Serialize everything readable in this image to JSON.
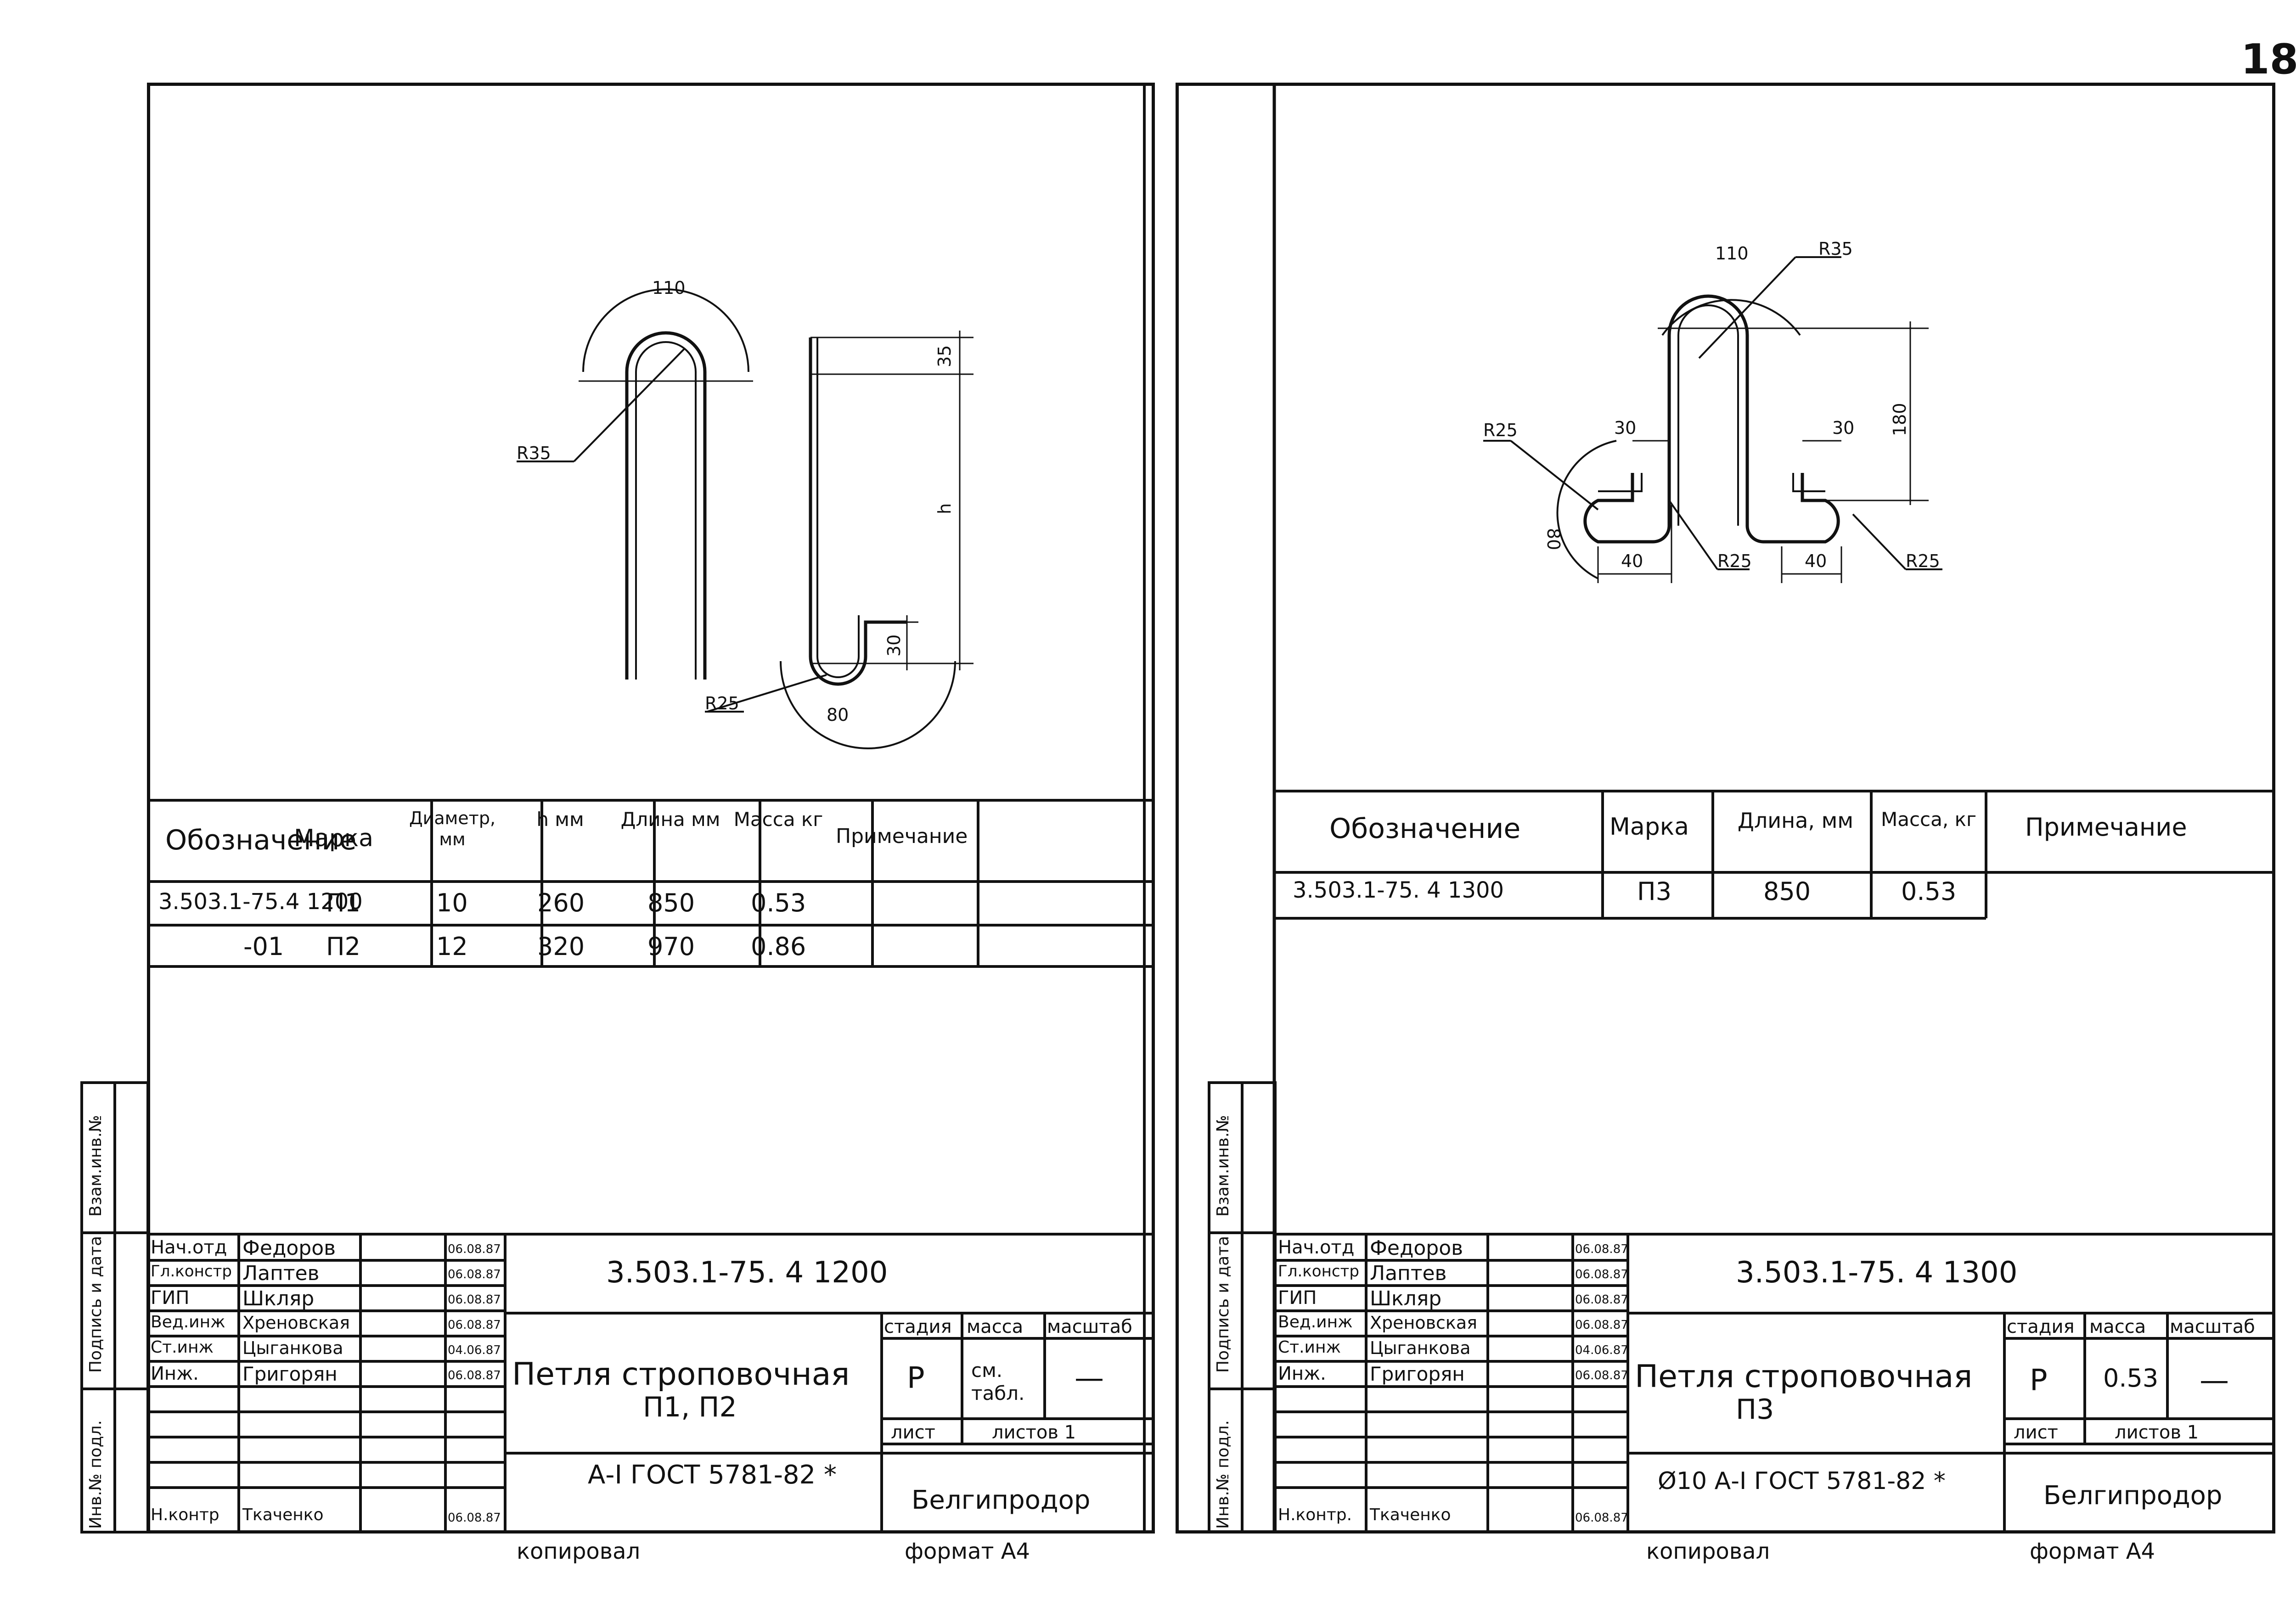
{
  "page_number": "18",
  "left": {
    "drawing_labels": {
      "arc": "110",
      "r_top": "R35",
      "r_bot": "R25",
      "d35": "35",
      "dh": "h",
      "d30": "30",
      "d80": "80"
    },
    "spec_headers": [
      "Обозначение",
      "Марка",
      "Диаметр, мм",
      "h мм",
      "Длина мм",
      "Масса кг",
      "Примечание"
    ],
    "spec_rows": [
      [
        "3.503.1-75.4  1200",
        "П1",
        "10",
        "260",
        "850",
        "0.53",
        ""
      ],
      [
        "-01",
        "П2",
        "12",
        "320",
        "970",
        "0.86",
        ""
      ]
    ],
    "side_labels": [
      "Инв.№ подл.",
      "Подпись и дата",
      "Взам.инв.№"
    ],
    "staff": [
      {
        "role": "Нач.отд",
        "name": "Федоров",
        "date": "06.08.87"
      },
      {
        "role": "Гл.констр",
        "name": "Лаптев",
        "date": "06.08.87"
      },
      {
        "role": "ГИП",
        "name": "Шкляр",
        "date": "06.08.87"
      },
      {
        "role": "Вед.инж",
        "name": "Хреновская",
        "date": "06.08.87"
      },
      {
        "role": "Ст.инж",
        "name": "Цыганкова",
        "date": "04.06.87"
      },
      {
        "role": "Инж.",
        "name": "Григорян",
        "date": "06.08.87"
      },
      {
        "role": "Н.контр",
        "name": "Ткаченко",
        "date": "06.08.87"
      }
    ],
    "doc_code": "3.503.1-75. 4  1200",
    "title_line1": "Петля строповочная",
    "title_line2": "П1, П2",
    "stage_hdr": "стадия",
    "mass_hdr": "масса",
    "scale_hdr": "масштаб",
    "stage": "Р",
    "mass": "см. табл.",
    "scale": "—",
    "sheet_hdr": "лист",
    "sheets_hdr": "листов 1",
    "material": "А-I  ГОСТ 5781-82 *",
    "org": "Белгипродор",
    "copied": "копировал",
    "format": "формат А4"
  },
  "right": {
    "drawing_labels": {
      "arc": "110",
      "r_top": "R35",
      "r_left": "R25",
      "r_mid": "R25",
      "r_right": "R25",
      "d30a": "30",
      "d30b": "30",
      "d180": "180",
      "d80": "80",
      "d40a": "40",
      "d40b": "40"
    },
    "spec_headers": [
      "Обозначение",
      "Марка",
      "Длина, мм",
      "Масса, кг",
      "Примечание"
    ],
    "spec_rows": [
      [
        "3.503.1-75. 4  1300",
        "П3",
        "850",
        "0.53",
        ""
      ]
    ],
    "side_labels": [
      "Инв.№ подл.",
      "Подпись и дата",
      "Взам.инв.№"
    ],
    "staff": [
      {
        "role": "Нач.отд",
        "name": "Федоров",
        "date": "06.08.87"
      },
      {
        "role": "Гл.констр",
        "name": "Лаптев",
        "date": "06.08.87"
      },
      {
        "role": "ГИП",
        "name": "Шкляр",
        "date": "06.08.87"
      },
      {
        "role": "Вед.инж",
        "name": "Хреновская",
        "date": "06.08.87"
      },
      {
        "role": "Ст.инж",
        "name": "Цыганкова",
        "date": "04.06.87"
      },
      {
        "role": "Инж.",
        "name": "Григорян",
        "date": "06.08.87"
      },
      {
        "role": "Н.контр.",
        "name": "Ткаченко",
        "date": "06.08.87"
      }
    ],
    "doc_code": "3.503.1-75. 4  1300",
    "title_line1": "Петля строповочная",
    "title_line2": "П3",
    "stage_hdr": "стадия",
    "mass_hdr": "масса",
    "scale_hdr": "масштаб",
    "stage": "Р",
    "mass": "0.53",
    "scale": "—",
    "sheet_hdr": "лист",
    "sheets_hdr": "листов 1",
    "material": "Ø10 А-I  ГОСТ 5781-82 *",
    "org": "Белгипродор",
    "copied": "копировал",
    "format": "формат А4"
  }
}
